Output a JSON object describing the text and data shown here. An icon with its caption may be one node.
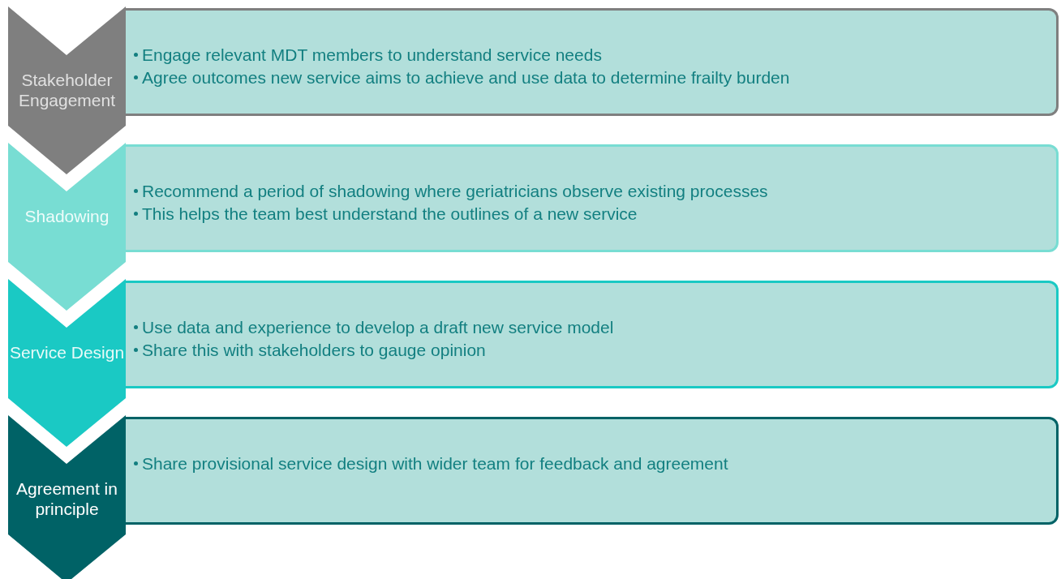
{
  "diagram": {
    "nodes": [
      {
        "text": [
          "Stakeholder Engagement"
        ]
      },
      {
        "text": [
          "Engage relevant MDT members to understand service needs",
          "Agree outcomes new service aims to achieve and use data to determine frailty burden"
        ]
      },
      {
        "text": [
          "Shadowing"
        ]
      },
      {
        "text": [
          "Recommend a period of shadowing where geriatricians observe existing processes",
          "This helps the team best understand the outlines of a new service"
        ]
      },
      {
        "text": [
          "Service Design"
        ]
      },
      {
        "text": [
          "Use data and experience to develop a draft new service model",
          "Share this with stakeholders to gauge opinion"
        ]
      },
      {
        "text": [
          "Agreement in principle"
        ]
      },
      {
        "text": [
          "Share provisional service design with wider team for feedback and agreement"
        ]
      }
    ]
  }
}
